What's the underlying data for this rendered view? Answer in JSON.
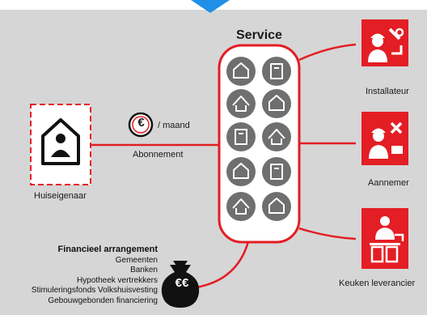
{
  "service": {
    "title": "Service"
  },
  "homeowner": {
    "label": "Huiseigenaar"
  },
  "subscription": {
    "currency_symbol": "€",
    "per_month": "/ maand",
    "label": "Abonnement"
  },
  "parties": [
    {
      "label": "Installateur",
      "icon": "installer-worker-icon"
    },
    {
      "label": "Aannemer",
      "icon": "contractor-worker-icon"
    },
    {
      "label": "Keuken leverancier",
      "icon": "kitchen-supplier-icon"
    }
  ],
  "finance": {
    "title": "Financieel arrangement",
    "items": [
      "Gemeenten",
      "Banken",
      "Hypotheek vertrekkers",
      "Stimuleringsfonds Volkshuisvesting",
      "Gebouwgebonden financiering"
    ],
    "bag_symbol": "€€"
  },
  "service_icons": [
    "boiler-meter-icon",
    "house-temperature-icon",
    "house-fire-icon",
    "roof-solar-icon",
    "thermostat-icon",
    "roof-insulation-icon",
    "window-insulation-icon",
    "wall-insulation-icon",
    "meter-device-icon",
    "cooking-pot-icon"
  ],
  "colors": {
    "accent": "#e31e24",
    "icon_fill": "#6f6f6f",
    "background": "#d6d6d6",
    "arrow": "#1f8fe8"
  }
}
